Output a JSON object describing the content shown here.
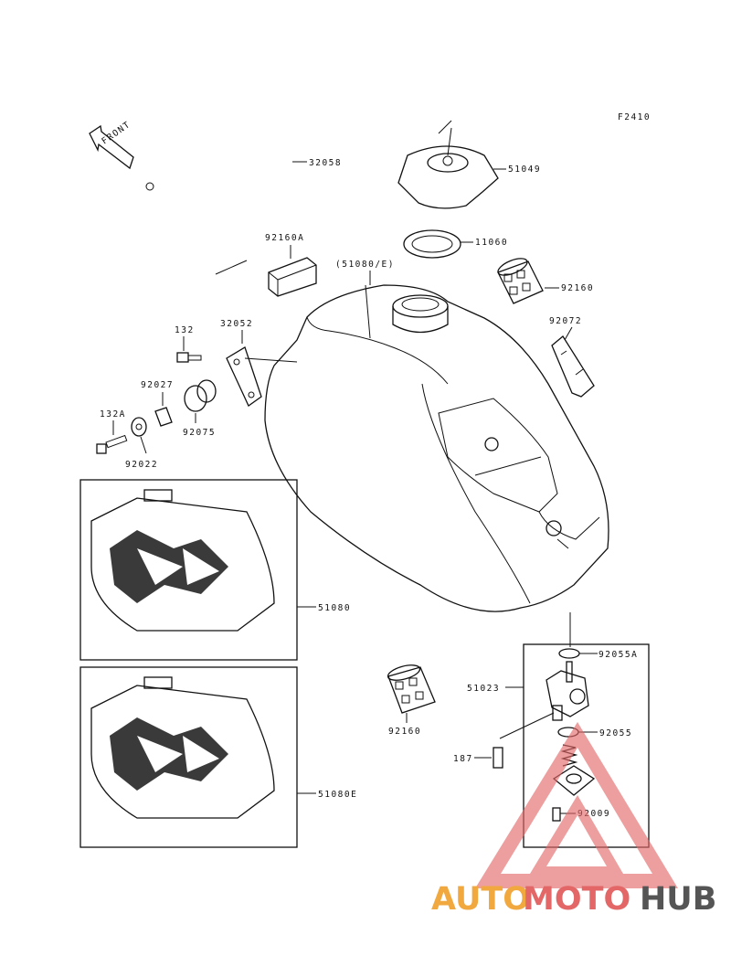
{
  "diagram_code": "F2410",
  "front_label": "FRONT",
  "parts": {
    "p32058": "32058",
    "p51049": "51049",
    "p11060": "11060",
    "p92160a": "92160A",
    "p51080e_ref": "(51080/E)",
    "p92160_top": "92160",
    "p92072": "92072",
    "p132": "132",
    "p32052": "32052",
    "p92027": "92027",
    "p132a": "132A",
    "p92075": "92075",
    "p92022": "92022",
    "p51080": "51080",
    "p51080e": "51080E",
    "p92055a": "92055A",
    "p51023": "51023",
    "p92160_bottom": "92160",
    "p92055": "92055",
    "p187": "187",
    "p92009": "92009"
  },
  "watermark": {
    "part1": "AUTO",
    "part2": "MOTO",
    "part3": "HUB"
  },
  "colors": {
    "line": "#111111",
    "watermark_orange": "#f1a93f",
    "watermark_red": "#e36767",
    "watermark_gray": "#555555"
  }
}
